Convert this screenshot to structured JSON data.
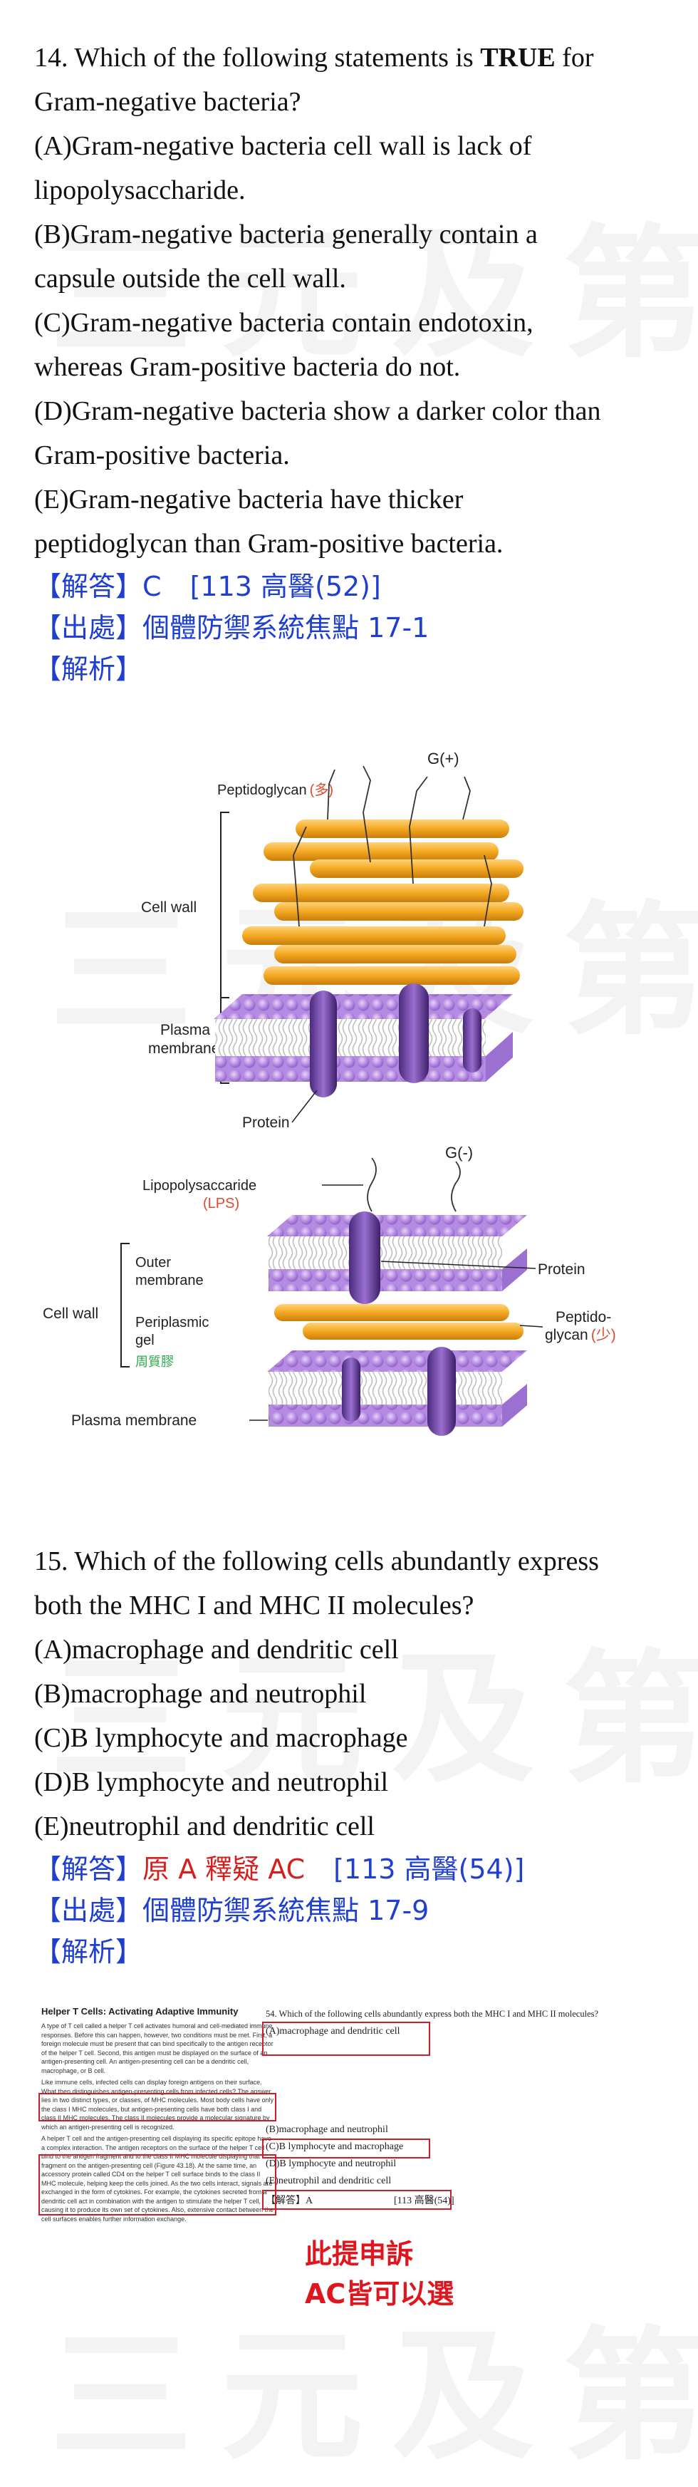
{
  "watermark": "三元及第",
  "q14": {
    "line1_pre": "14. Which of the following statements is ",
    "line1_bold": "TRUE",
    "line1_post": " for",
    "line2": "Gram-negative bacteria?",
    "options": [
      "(A)Gram-negative bacteria cell wall is lack of",
      "lipopolysaccharide.",
      "(B)Gram-negative bacteria generally contain a",
      "capsule outside the cell wall.",
      "(C)Gram-negative bacteria contain endotoxin,",
      "whereas Gram-positive bacteria do not.",
      "(D)Gram-negative bacteria show a darker color than",
      "Gram-positive bacteria.",
      "(E)Gram-negative bacteria have thicker",
      "peptidoglycan than Gram-positive bacteria."
    ],
    "answer_label": "【解答】",
    "answer_value": "C",
    "answer_source": "[113 高醫(52)]",
    "origin_label": "【出處】",
    "origin_value": "個體防禦系統焦點 17-1",
    "explain_label": "【解析】"
  },
  "figure": {
    "gpos_title": "G(+)",
    "peptidoglycan_label": "Peptidoglycan",
    "peptidoglycan_zh": "(多)",
    "cell_wall_label": "Cell wall",
    "plasma_label_1": "Plasma",
    "plasma_label_2": "membrane",
    "protein_label": "Protein",
    "gneg_title": "G(-)",
    "lps_label": "Lipopolysaccaride",
    "lps_abbr": "(LPS)",
    "outer_label_1": "Outer",
    "outer_label_2": "membrane",
    "periplasmic_1": "Periplasmic",
    "periplasmic_2": "gel",
    "periplasmic_zh": "周質膠",
    "cell_wall_label_2": "Cell wall",
    "protein_label_2": "Protein",
    "peptido_label_1": "Peptido-",
    "peptido_label_2": "glycan",
    "peptido_zh": "(少)",
    "plasma_membrane_label": "Plasma membrane"
  },
  "q15": {
    "line1": "15. Which of the following cells abundantly express",
    "line2": "both the MHC I and MHC II molecules?",
    "options": [
      "(A)macrophage and dendritic cell",
      "(B)macrophage and neutrophil",
      "(C)B lymphocyte and macrophage",
      "(D)B lymphocyte and neutrophil",
      "(E)neutrophil and dendritic cell"
    ],
    "answer_label": "【解答】",
    "answer_value": "原 A 釋疑 AC",
    "answer_source": "[113 高醫(54)]",
    "origin_label": "【出處】",
    "origin_value": "個體防禦系統焦點 17-9",
    "explain_label": "【解析】"
  },
  "screenshot": {
    "heading": "Helper T Cells: Activating Adaptive Immunity",
    "para1": "A type of T cell called a helper T cell activates humoral and cell-mediated immune responses. Before this can happen, however, two conditions must be met. First, a foreign molecule must be present that can bind specifically to the antigen receptor of the helper T cell. Second, this antigen must be displayed on the surface of an antigen-presenting cell. An antigen-presenting cell can be a dendritic cell, macrophage, or B cell.",
    "para2": "Like immune cells, infected cells can display foreign antigens on their surface. What then distinguishes antigen-presenting cells from infected cells? The answer lies in two distinct types, or classes, of MHC molecules. Most body cells have only the class I MHC molecules, but antigen-presenting cells have both class I and class II MHC molecules. The class II molecules provide a molecular signature by which an antigen-presenting cell is recognized.",
    "para3": "A helper T cell and the antigen-presenting cell displaying its specific epitope have a complex interaction. The antigen receptors on the surface of the helper T cell bind to the antigen fragment and to the class II MHC molecule displaying that fragment on the antigen-presenting cell (Figure 43.18). At the same time, an accessory protein called CD4 on the helper T cell surface binds to the class II MHC molecule, helping keep the cells joined. As the two cells interact, signals are exchanged in the form of cytokines. For example, the cytokines secreted from a dendritic cell act in combination with the antigen to stimulate the helper T cell, causing it to produce its own set of cytokines. Also, extensive contact between the cell surfaces enables further information exchange.",
    "q_line": "54. Which of the following cells abundantly express both the MHC I and MHC II molecules?",
    "opt_a": "(A)macrophage and dendritic cell",
    "opt_b": "(B)macrophage and neutrophil",
    "opt_c": "(C)B lymphocyte and macrophage",
    "opt_d": "(D)B lymphocyte and neutrophil",
    "opt_e": "(E)neutrophil and dendritic cell",
    "ans_line": "【解答】A",
    "src_line": "[113 高醫(54)]",
    "note_1": "此提申訴",
    "note_2": "AC皆可以選"
  }
}
